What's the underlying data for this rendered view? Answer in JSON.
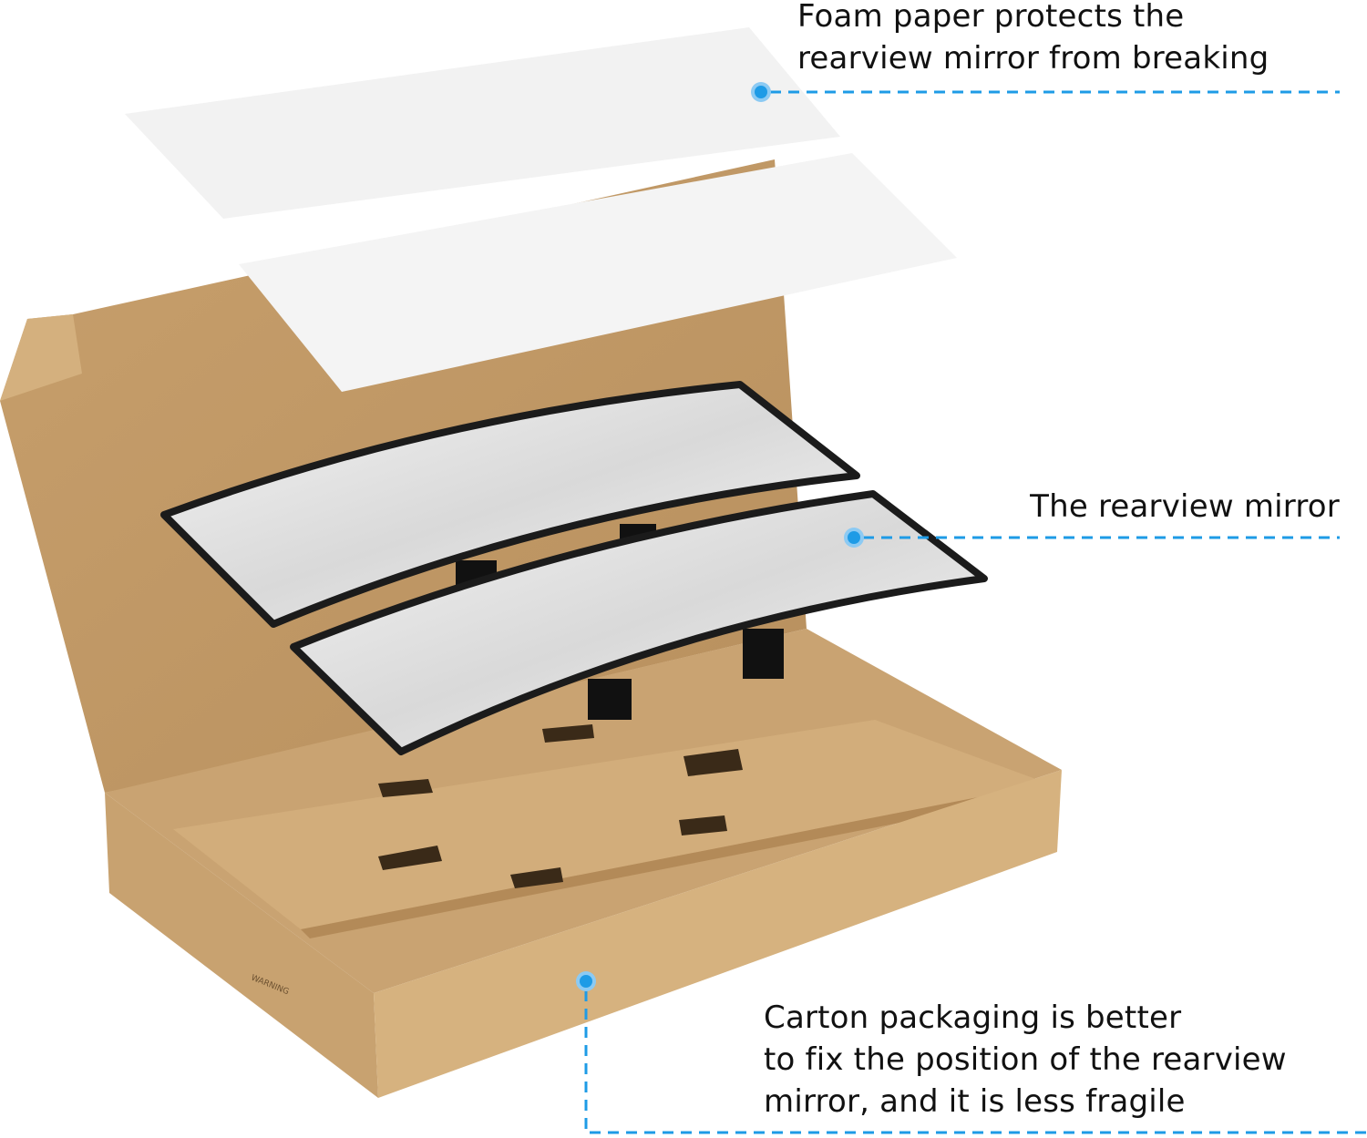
{
  "annotations": {
    "foam": {
      "line1": "Foam paper protects the",
      "line2": "rearview mirror from breaking"
    },
    "mirror": {
      "line1": "The rearview mirror"
    },
    "carton": {
      "line1": "Carton packaging is better",
      "line2": "to fix the position of the rearview",
      "line3": "mirror, and it is less fragile"
    }
  },
  "box_print": {
    "warning": "WARNING"
  },
  "colors": {
    "accent": "#1e9be6",
    "cardboard": "#c9a574",
    "foam": "#f2f2f2",
    "mirror_frame": "#1b1b1b"
  }
}
